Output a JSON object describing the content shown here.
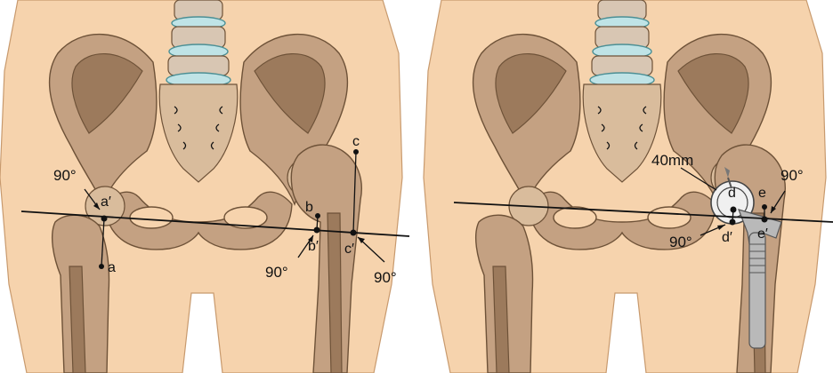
{
  "left_panel": {
    "labels": {
      "angle_left": "90°",
      "pt_a_prime": "a′",
      "pt_a": "a",
      "pt_b": "b",
      "pt_b_prime": "b′",
      "pt_c": "c",
      "pt_c_prime": "c′",
      "angle_b": "90°",
      "angle_c": "90°"
    }
  },
  "right_panel": {
    "labels": {
      "measure": "40mm",
      "pt_d": "d",
      "pt_d_prime": "d′",
      "angle_d": "90°",
      "pt_e": "e",
      "pt_e_prime": "e′",
      "angle_e": "90°"
    }
  },
  "colors": {
    "skin": "#f6d3ad",
    "bone": "#c4a182",
    "disc": "#bfe3e6",
    "implant": "#b9b9b9"
  }
}
